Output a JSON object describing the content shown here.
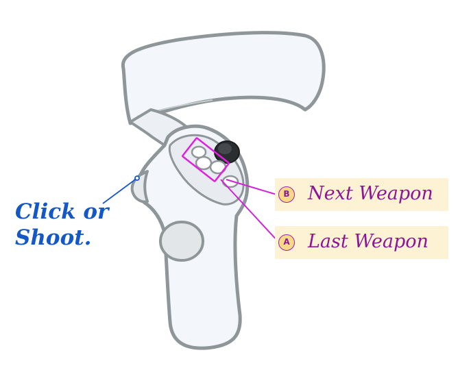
{
  "diagram": {
    "subject": "vr-controller",
    "colors": {
      "controller_fill": "#f3f6fa",
      "controller_outline": "#8f9699",
      "trigger_callout": "#1458c8",
      "button_callout": "#8c1496",
      "callout_highlight": "#e020e0",
      "callout_background": "#fdf3d4",
      "badge_fill": "#f7da86",
      "thumbstick": "#2b2e31"
    }
  },
  "labels": {
    "trigger": {
      "line1": "Click or",
      "line2": "Shoot."
    },
    "button_b": {
      "badge": "B",
      "text": "Next Weapon"
    },
    "button_a": {
      "badge": "A",
      "text": "Last Weapon"
    }
  }
}
